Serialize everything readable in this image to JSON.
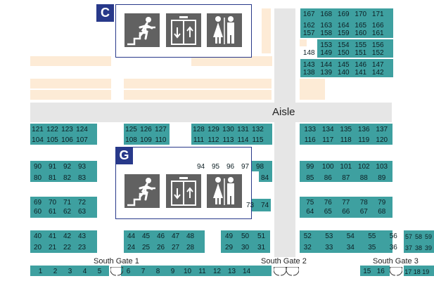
{
  "labels": {
    "aisle": "Aisle",
    "south_gate_1": "South Gate 1",
    "south_gate_2": "South Gate 2",
    "south_gate_3": "South Gate 3"
  },
  "zones": [
    {
      "letter": "C",
      "facilities": [
        "stairs-icon",
        "elevator-icon",
        "restroom-icon"
      ]
    },
    {
      "letter": "G",
      "facilities": [
        "stairs-icon",
        "elevator-icon",
        "restroom-icon"
      ]
    }
  ],
  "colors": {
    "booth": "#3ea0a0",
    "zone": "#28398a",
    "aisle": "#e6e6e6",
    "reserved": "#fdebd6",
    "facility": "#616161"
  },
  "booth_rows": [
    [
      "167",
      "168",
      "169",
      "170",
      "171"
    ],
    [
      "162",
      "163",
      "164",
      "165",
      "166"
    ],
    [
      "157",
      "158",
      "159",
      "160",
      "161"
    ],
    [
      "153",
      "154",
      "155",
      "156"
    ],
    [
      "148",
      "149",
      "150",
      "151",
      "152"
    ],
    [
      "143",
      "144",
      "145",
      "146",
      "147"
    ],
    [
      "138",
      "139",
      "140",
      "141",
      "142"
    ],
    [
      "121",
      "122",
      "123",
      "124"
    ],
    [
      "125",
      "126",
      "127"
    ],
    [
      "128",
      "129",
      "130",
      "131",
      "132"
    ],
    [
      "133",
      "134",
      "135",
      "136",
      "137"
    ],
    [
      "104",
      "105",
      "106",
      "107"
    ],
    [
      "108",
      "109",
      "110"
    ],
    [
      "111",
      "112",
      "113",
      "114",
      "115"
    ],
    [
      "116",
      "117",
      "118",
      "119",
      "120"
    ],
    [
      "90",
      "91",
      "92",
      "93"
    ],
    [
      "94",
      "95",
      "96",
      "97",
      "98"
    ],
    [
      "99",
      "100",
      "101",
      "102",
      "103"
    ],
    [
      "80",
      "81",
      "82",
      "83"
    ],
    [
      "84"
    ],
    [
      "85",
      "86",
      "87",
      "88",
      "89"
    ],
    [
      "69",
      "70",
      "71",
      "72"
    ],
    [
      "73",
      "74"
    ],
    [
      "75",
      "76",
      "77",
      "78",
      "79"
    ],
    [
      "60",
      "61",
      "62",
      "63"
    ],
    [
      "64",
      "65",
      "66",
      "67",
      "68"
    ],
    [
      "40",
      "41",
      "42",
      "43"
    ],
    [
      "44",
      "45",
      "46",
      "47",
      "48"
    ],
    [
      "49",
      "50",
      "51"
    ],
    [
      "52",
      "53",
      "54",
      "55",
      "56"
    ],
    [
      "57",
      "58",
      "59"
    ],
    [
      "20",
      "21",
      "22",
      "23"
    ],
    [
      "24",
      "25",
      "26",
      "27",
      "28"
    ],
    [
      "29",
      "30",
      "31"
    ],
    [
      "32",
      "33",
      "34",
      "35",
      "36"
    ],
    [
      "37",
      "38",
      "39"
    ],
    [
      "1",
      "2",
      "3",
      "4",
      "5"
    ],
    [
      "6",
      "7",
      "8",
      "9",
      "10",
      "11",
      "12",
      "13",
      "14"
    ],
    [
      "15",
      "16"
    ],
    [
      "17",
      "18",
      "19"
    ]
  ]
}
